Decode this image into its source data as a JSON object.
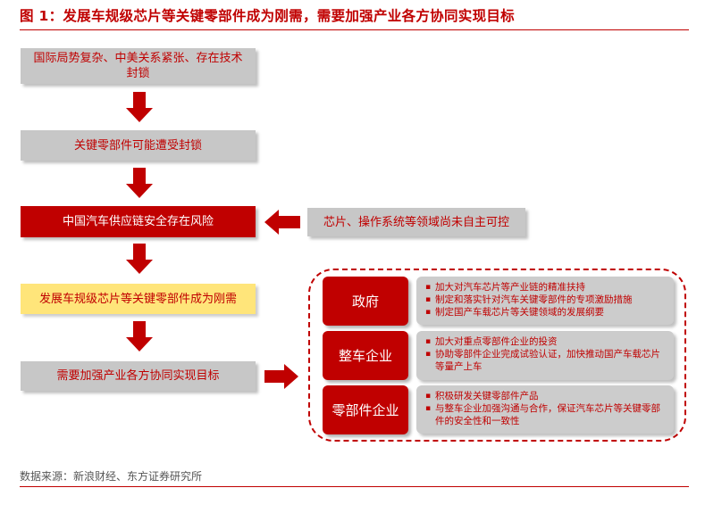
{
  "title": "图 1：发展车规级芯片等关键零部件成为刚需，需要加强产业各方协同实现目标",
  "flow": {
    "step1": "国际局势复杂、中美关系紧张、存在技术封锁",
    "step2": "关键零部件可能遭受封锁",
    "step3": "中国汽车供应链安全存在风险",
    "step4": "发展车规级芯片等关键零部件成为刚需",
    "step5": "需要加强产业各方协同实现目标"
  },
  "side_cause": "芯片、操作系统等领域尚未自主可控",
  "actors": [
    {
      "name": "政府",
      "points": [
        "加大对汽车芯片等产业链的精准扶持",
        "制定和落实针对汽车关键零部件的专项激励措施",
        "制定国产车载芯片等关键领域的发展纲要"
      ]
    },
    {
      "name": "整车企业",
      "points": [
        "加大对重点零部件企业的投资",
        "协助零部件企业完成试验认证，加快推动国产车载芯片等量产上车"
      ]
    },
    {
      "name": "零部件企业",
      "points": [
        "积极研发关键零部件产品",
        "与整车企业加强沟通与合作，保证汽车芯片等关键零部件的安全性和一致性"
      ]
    }
  ],
  "source": "数据来源：新浪财经、东方证券研究所",
  "colors": {
    "accent": "#c00000",
    "grey_box": "#c7c7c7",
    "highlight": "#ffe57a"
  }
}
